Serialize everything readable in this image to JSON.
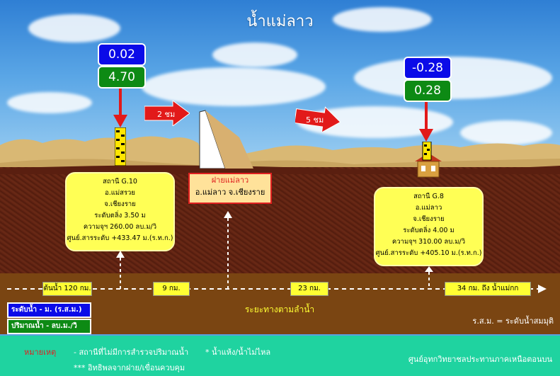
{
  "title": "น้ำแม่ลาว",
  "stations": {
    "g10": {
      "water_level": "0.02",
      "discharge": "4.70",
      "name": "สถานี G.10",
      "district": "อ.แม่สรวย",
      "province": "จ.เชียงราย",
      "bank_level": "ระดับตลิ่ง 3.50 ม",
      "capacity": "ความจุฯ 260.00 ลบ.ม/วิ",
      "datum": "ศูนย์.สารระดับ +433.47 ม.(ร.ท.ก.)"
    },
    "g8": {
      "water_level": "-0.28",
      "discharge": "0.28",
      "name": "สถานี G.8",
      "district": "อ.แม่ลาว",
      "province": "จ.เชียงราย",
      "bank_level": "ระดับตลิ่ง 4.00 ม",
      "capacity": "ความจุฯ 310.00 ลบ.ม/วิ",
      "datum": "ศูนย์.สารระดับ +405.10 ม.(ร.ท.ก.)"
    }
  },
  "weir": {
    "name": "ฝายแม่ลาว",
    "location": "อ.แม่ลาว จ.เชียงราย"
  },
  "travel_times": {
    "t1": "2 ชม",
    "t2": "5 ชม"
  },
  "distances": {
    "d1": "ต้นน้ำ 120 กม.",
    "d2": "9 กม.",
    "d3": "23 กม.",
    "d4": "34 กม. ถึง น้ำแม่กก"
  },
  "river_label": "ระยะทางตามลำน้ำ",
  "legend": {
    "water_level": "ระดับน้ำ - ม. (ร.ส.ม.)",
    "discharge": "ปริมาณน้ำ - ลบ.ม./วิ"
  },
  "rsm_note": "ร.ส.ม. = ระดับน้ำสมมุติ",
  "footer": {
    "remark_label": "หมายเหตุ",
    "note1": "-  สถานีที่ไม่มีการสำรวจปริมาณน้ำ",
    "note2": "*  น้ำแห้ง/น้ำไม่ไหล",
    "note3": "*** อิทธิพลจากฝาย/เขื่อนควบคุม",
    "org": "ศูนย์อุทกวิทยาชลประทานภาคเหนือตอนบน"
  },
  "colors": {
    "water_level_box": "#0b0be8",
    "discharge_box": "#0d8a14",
    "station_box": "#ffff55",
    "footer": "#1fd3a0",
    "arrow": "#e21a1a"
  }
}
